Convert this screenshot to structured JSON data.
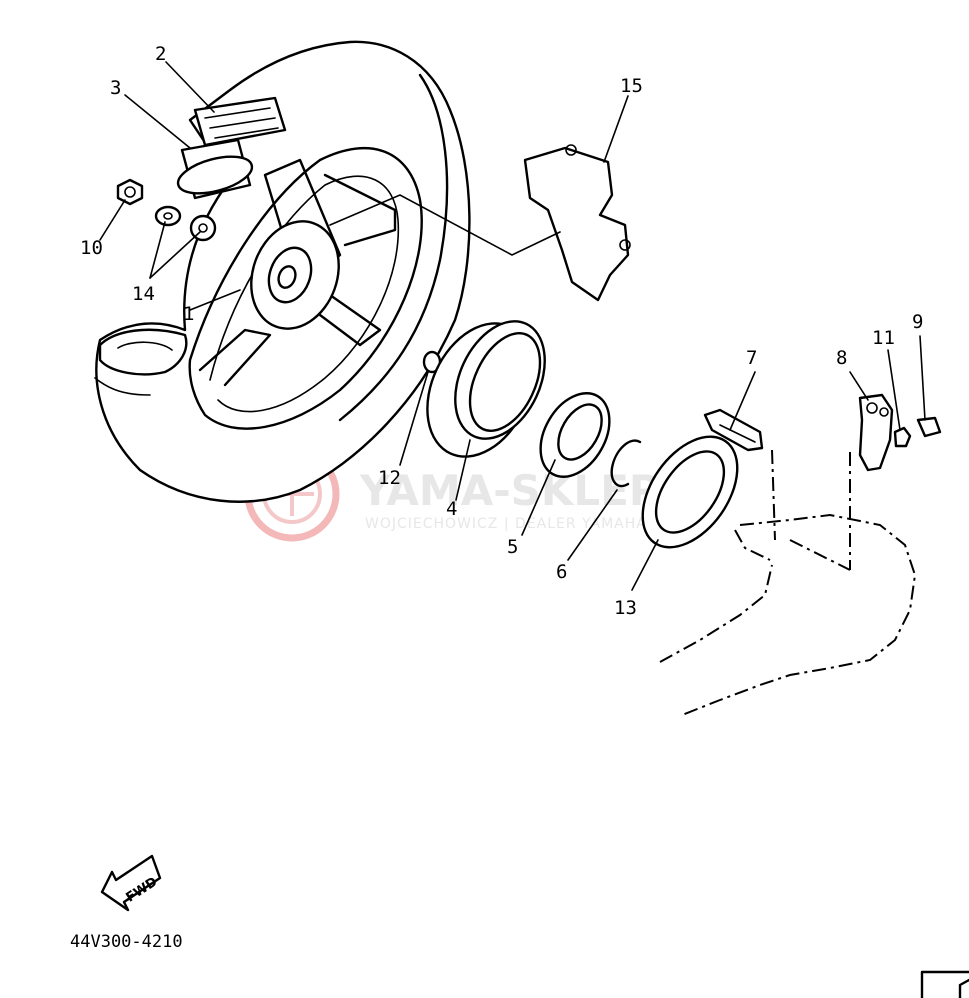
{
  "diagram": {
    "part_labels": {
      "p1": "1",
      "p2": "2",
      "p3": "3",
      "p4": "4",
      "p5": "5",
      "p6": "6",
      "p7": "7",
      "p8": "8",
      "p9": "9",
      "p10": "10",
      "p11": "11",
      "p12": "12",
      "p13": "13",
      "p14": "14",
      "p15": "15"
    },
    "fwd_label": "FWD",
    "diagram_code": "44V300-4210",
    "watermark": {
      "brand": "YAMA-SKLEP.PL",
      "subtitle": "WOJCIECHOWICZ | DEALER YAMAHA",
      "logo_color": "#f4b8b8"
    }
  }
}
